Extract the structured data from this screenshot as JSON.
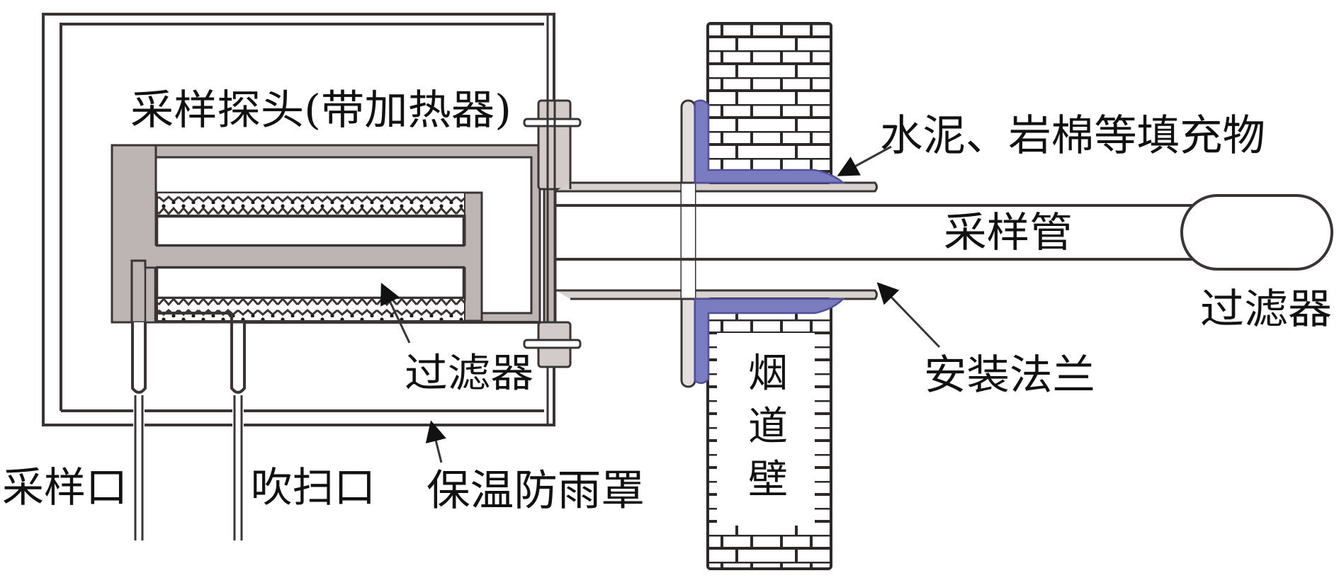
{
  "diagram": {
    "type": "schematic",
    "subject": "heated sampling probe mounted on flue wall",
    "colors": {
      "line": "#3a3434",
      "metal": "#bdb5b3",
      "metal_light": "#e4dfdd",
      "filler": "#7b7bc0",
      "filler_edge": "#4f4f9a",
      "brick_line": "#2c2828",
      "text": "#111111"
    },
    "labels": {
      "probe": "采样探头(带加热器)",
      "filler": "水泥、岩棉等填充物",
      "sample_tube": "采样管",
      "outer_filter": "过滤器",
      "inner_filter": "过滤器",
      "mount_flange": "安装法兰",
      "flue_wall": [
        "烟",
        "道",
        "壁"
      ],
      "sample_port": "采样口",
      "purge_port": "吹扫口",
      "rain_cover": "保温防雨罩"
    }
  }
}
